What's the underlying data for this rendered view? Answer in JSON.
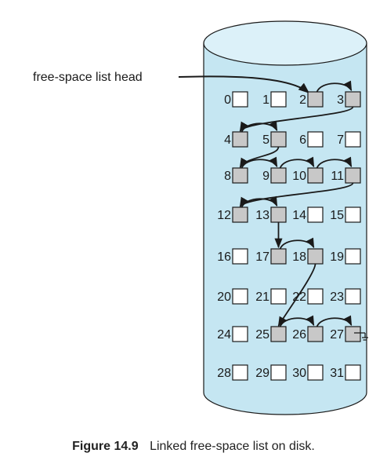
{
  "diagram": {
    "head_label": "free-space list head",
    "blocks": [
      {
        "n": "0",
        "free": false
      },
      {
        "n": "1",
        "free": false
      },
      {
        "n": "2",
        "free": true
      },
      {
        "n": "3",
        "free": true
      },
      {
        "n": "4",
        "free": true
      },
      {
        "n": "5",
        "free": true
      },
      {
        "n": "6",
        "free": false
      },
      {
        "n": "7",
        "free": false
      },
      {
        "n": "8",
        "free": true
      },
      {
        "n": "9",
        "free": true
      },
      {
        "n": "10",
        "free": true
      },
      {
        "n": "11",
        "free": true
      },
      {
        "n": "12",
        "free": true
      },
      {
        "n": "13",
        "free": true
      },
      {
        "n": "14",
        "free": false
      },
      {
        "n": "15",
        "free": false
      },
      {
        "n": "16",
        "free": false
      },
      {
        "n": "17",
        "free": true
      },
      {
        "n": "18",
        "free": true
      },
      {
        "n": "19",
        "free": false
      },
      {
        "n": "20",
        "free": false
      },
      {
        "n": "21",
        "free": false
      },
      {
        "n": "22",
        "free": false
      },
      {
        "n": "23",
        "free": false
      },
      {
        "n": "24",
        "free": false
      },
      {
        "n": "25",
        "free": true
      },
      {
        "n": "26",
        "free": true
      },
      {
        "n": "27",
        "free": true
      },
      {
        "n": "28",
        "free": false
      },
      {
        "n": "29",
        "free": false
      },
      {
        "n": "30",
        "free": false
      },
      {
        "n": "31",
        "free": false
      }
    ],
    "links": [
      2,
      3,
      4,
      5,
      8,
      9,
      10,
      11,
      12,
      13,
      17,
      18,
      25,
      26,
      27
    ],
    "colors": {
      "cylinder_fill": "#c5e6f2",
      "cylinder_top": "#dcf1f9",
      "free_block": "#c8c8c8",
      "used_block": "#ffffff",
      "outline": "#1a1a1a"
    }
  },
  "caption": {
    "figure_number": "Figure 14.9",
    "text": "Linked free-space list on disk."
  }
}
